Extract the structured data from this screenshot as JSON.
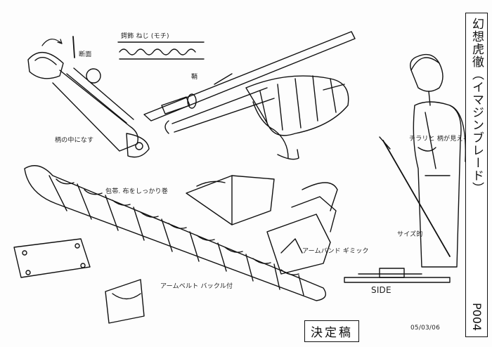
{
  "title": "幻想虎徹（イマジンブレード）",
  "page_code": "P004",
  "stamp": "決定稿",
  "date": "05/03/06",
  "notes": {
    "cross_section": "断面",
    "texture": "鍔飾 ねじ (モチ)",
    "sheath": "鞘",
    "grip": "柄の中になす",
    "tape": "包帯. 布をしっかり巻",
    "buckle_belt": "アームベルト バックル付",
    "metal": "アームバンド ギミック",
    "side": "SIDE",
    "char_note_1": "チラリと 柄が見える",
    "char_note_2": "サイズ的"
  },
  "colors": {
    "ink": "#111111",
    "paper": "#fdfdfd"
  }
}
